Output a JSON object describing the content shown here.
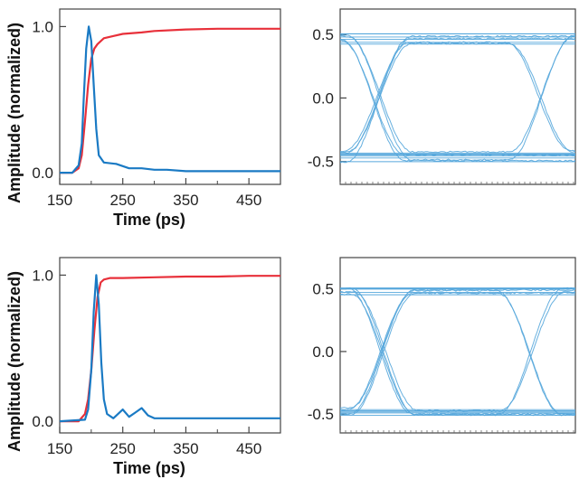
{
  "figure": {
    "ylabel": "Amplitude (normalized)",
    "xlabel": "Time (ps)"
  },
  "chart_data": [
    {
      "type": "line",
      "panel": "top-left",
      "xlabel": "Time (ps)",
      "ylabel": "Amplitude (normalized)",
      "xlim": [
        150,
        500
      ],
      "ylim": [
        -0.08,
        1.12
      ],
      "xticks": [
        "150",
        "250",
        "350",
        "450"
      ],
      "yticks": [
        "0.0",
        "1.0"
      ],
      "series": [
        {
          "color": "#e8303a",
          "x": [
            150,
            170,
            180,
            185,
            190,
            195,
            200,
            205,
            210,
            220,
            230,
            250,
            280,
            300,
            350,
            400,
            450,
            500
          ],
          "y": [
            0.0,
            0.0,
            0.03,
            0.12,
            0.35,
            0.6,
            0.78,
            0.85,
            0.88,
            0.92,
            0.93,
            0.95,
            0.96,
            0.97,
            0.98,
            0.985,
            0.985,
            0.985
          ]
        },
        {
          "color": "#1a7ac4",
          "x": [
            150,
            170,
            180,
            185,
            188,
            192,
            196,
            200,
            204,
            208,
            212,
            220,
            240,
            260,
            280,
            300,
            320,
            350,
            400,
            450,
            500
          ],
          "y": [
            0.0,
            0.0,
            0.05,
            0.2,
            0.5,
            0.85,
            1.0,
            0.9,
            0.6,
            0.3,
            0.12,
            0.07,
            0.06,
            0.03,
            0.03,
            0.02,
            0.02,
            0.01,
            0.01,
            0.01,
            0.01
          ]
        }
      ]
    },
    {
      "type": "line",
      "panel": "top-right",
      "xlim": [
        0,
        1.6
      ],
      "ylim": [
        -0.68,
        0.7
      ],
      "yticks": [
        "0.5",
        "0.0",
        "-0.5"
      ],
      "eye": {
        "high": 0.46,
        "low": -0.46,
        "spread": 0.05,
        "crossings": [
          0.25,
          1.35
        ],
        "traces": 8
      },
      "series": [
        {
          "color": "#56a7dc",
          "values": []
        }
      ]
    },
    {
      "type": "line",
      "panel": "bottom-left",
      "xlabel": "Time (ps)",
      "ylabel": "Amplitude (normalized)",
      "xlim": [
        150,
        500
      ],
      "ylim": [
        -0.08,
        1.12
      ],
      "xticks": [
        "150",
        "250",
        "350",
        "450"
      ],
      "yticks": [
        "0.0",
        "1.0"
      ],
      "series": [
        {
          "color": "#e8303a",
          "x": [
            150,
            180,
            190,
            195,
            200,
            205,
            210,
            215,
            220,
            230,
            250,
            300,
            350,
            400,
            450,
            500
          ],
          "y": [
            0.0,
            0.0,
            0.05,
            0.15,
            0.35,
            0.62,
            0.85,
            0.95,
            0.97,
            0.98,
            0.98,
            0.985,
            0.99,
            0.99,
            0.995,
            0.995
          ]
        },
        {
          "color": "#1a7ac4",
          "x": [
            150,
            190,
            195,
            200,
            204,
            208,
            212,
            216,
            220,
            225,
            235,
            250,
            260,
            270,
            280,
            290,
            300,
            320,
            350,
            400,
            450,
            500
          ],
          "y": [
            0.0,
            0.01,
            0.08,
            0.35,
            0.75,
            1.0,
            0.8,
            0.4,
            0.15,
            0.05,
            0.02,
            0.08,
            0.03,
            0.06,
            0.09,
            0.04,
            0.02,
            0.02,
            0.02,
            0.02,
            0.02,
            0.02
          ]
        }
      ]
    },
    {
      "type": "line",
      "panel": "bottom-right",
      "xlim": [
        0,
        1.6
      ],
      "ylim": [
        -0.65,
        0.75
      ],
      "yticks": [
        "0.5",
        "0.0",
        "-0.5"
      ],
      "eye": {
        "high": 0.48,
        "low": -0.48,
        "spread": 0.03,
        "crossings": [
          0.3,
          1.3
        ],
        "traces": 8
      },
      "series": [
        {
          "color": "#56a7dc",
          "values": []
        }
      ]
    }
  ]
}
